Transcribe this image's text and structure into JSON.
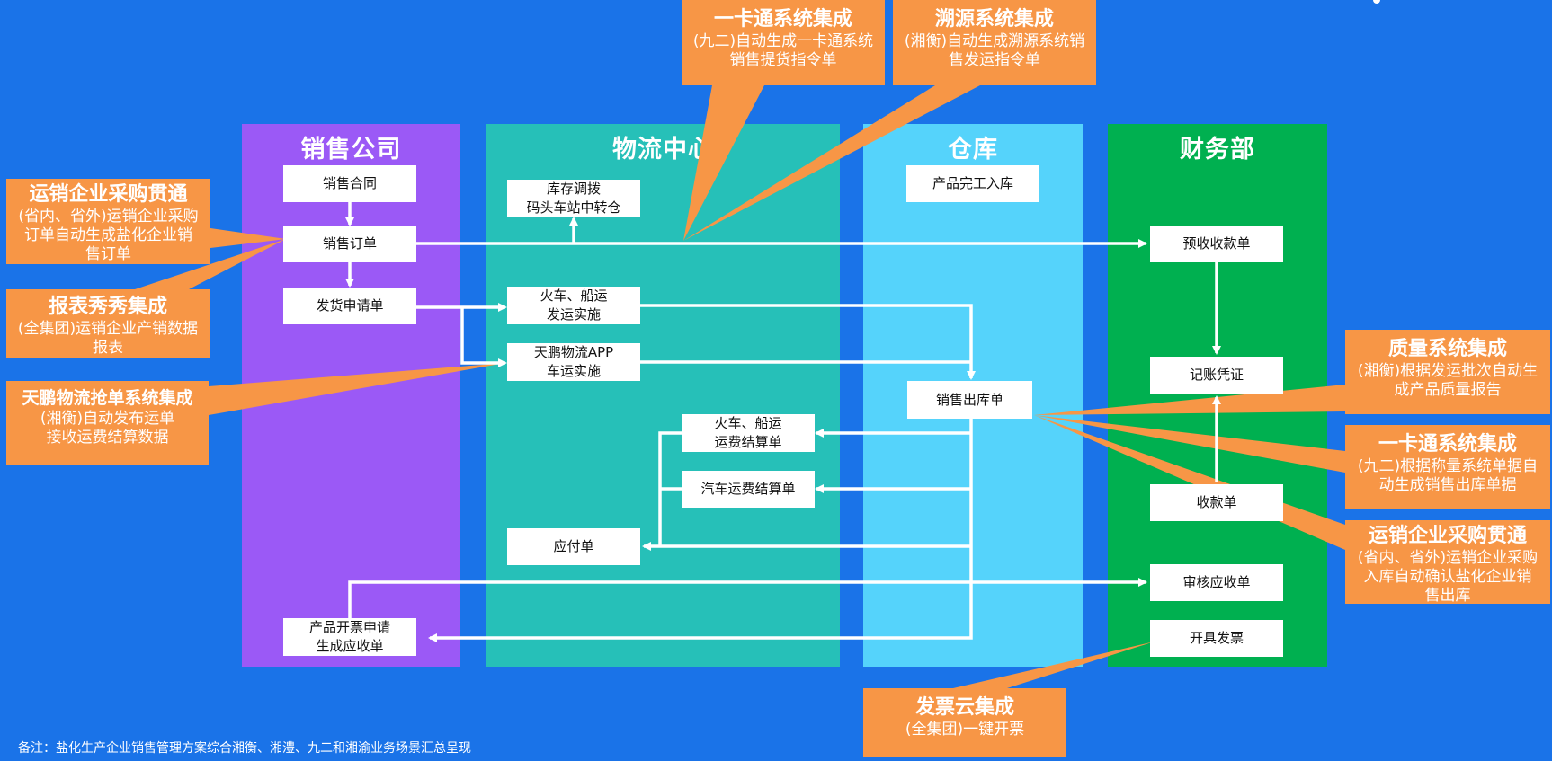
{
  "columns": {
    "sales": "销售公司",
    "logistics": "物流中心",
    "warehouse": "仓库",
    "finance": "财务部"
  },
  "boxes": {
    "sales_contract": "销售合同",
    "sales_order": "销售订单",
    "ship_request": "发货申请单",
    "invoice_request_l1": "产品开票申请",
    "invoice_request_l2": "生成应收单",
    "stock_transfer_l1": "库存调拨",
    "stock_transfer_l2": "码头车站中转仓",
    "train_ship_l1": "火车、船运",
    "train_ship_l2": "发运实施",
    "tianpeng_l1": "天鹏物流APP",
    "tianpeng_l2": "车运实施",
    "freight_bill_l1": "火车、船运",
    "freight_bill_l2": "运费结算单",
    "truck_freight": "汽车运费结算单",
    "payable": "应付单",
    "finished_storage": "产品完工入库",
    "sales_outbound": "销售出库单",
    "advance_receipt": "预收收款单",
    "voucher": "记账凭证",
    "receipt": "收款单",
    "audit_receivable": "审核应收单",
    "issue_invoice": "开具发票"
  },
  "callouts": {
    "ykt_top": {
      "title": "一卡通系统集成",
      "l1": "(九二)自动生成一卡通系统",
      "l2": "销售提货指令单"
    },
    "trace": {
      "title": "溯源系统集成",
      "l1": "(湘衡)自动生成溯源系统销",
      "l2": "售发运指令单"
    },
    "purchase_left": {
      "title": "运销企业采购贯通",
      "l1": "(省内、省外)运销企业采购",
      "l2": "订单自动生成盐化企业销",
      "l3": "售订单"
    },
    "report": {
      "title": "报表秀秀集成",
      "l1": "(全集团)运销企业产销数据",
      "l2": "报表"
    },
    "tianpeng": {
      "title": "天鹏物流抢单系统集成",
      "l1": "(湘衡)自动发布运单",
      "l2": "接收运费结算数据"
    },
    "quality": {
      "title": "质量系统集成",
      "l1": "(湘衡)根据发运批次自动生",
      "l2": "成产品质量报告"
    },
    "ykt_right": {
      "title": "一卡通系统集成",
      "l1": "(九二)根据称量系统单据自",
      "l2": "动生成销售出库单据"
    },
    "purchase_right": {
      "title": "运销企业采购贯通",
      "l1": "(省内、省外)运销企业采购",
      "l2": "入库自动确认盐化企业销",
      "l3": "售出库"
    },
    "invoice_cloud": {
      "title": "发票云集成",
      "l1": "(全集团)一键开票"
    }
  },
  "note": "备注：盐化生产企业销售管理方案综合湘衡、湘澧、九二和湘渝业务场景汇总呈现",
  "colors": {
    "background": "#1a73e8",
    "sales": "#9b59f6",
    "logistics": "#26c0b8",
    "warehouse": "#55d3fb",
    "finance": "#00b050",
    "callout": "#f79646"
  }
}
